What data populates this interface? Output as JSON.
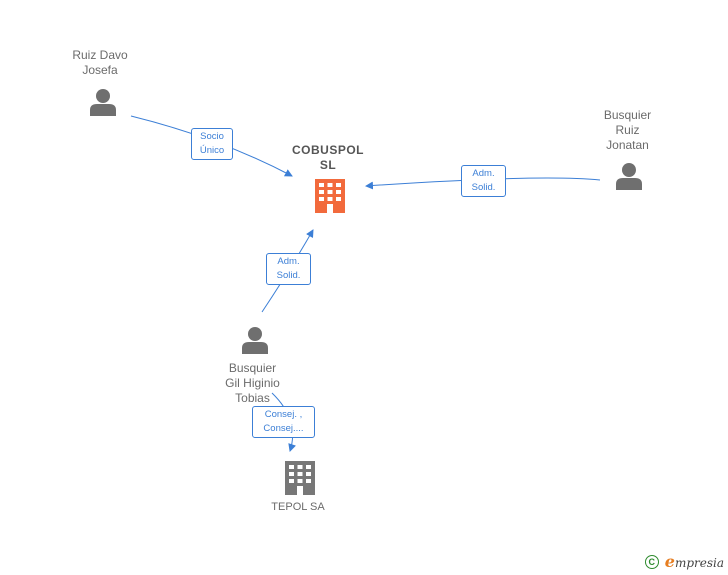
{
  "nodes": {
    "ruiz_davo": {
      "label": "Ruiz Davo\nJosefa",
      "type": "person"
    },
    "busquier_ruiz": {
      "label": "Busquier\nRuiz\nJonatan",
      "type": "person"
    },
    "busquier_gil": {
      "label": "Busquier\nGil Higinio\nTobias",
      "type": "person"
    },
    "cobuspol": {
      "label": "COBUSPOL\nSL",
      "type": "company",
      "color": "#f26a3c"
    },
    "tepol": {
      "label": "TEPOL SA",
      "type": "company",
      "color": "#777777"
    }
  },
  "edges": [
    {
      "from": "ruiz_davo",
      "to": "cobuspol",
      "label": "Socio\nÚnico"
    },
    {
      "from": "busquier_ruiz",
      "to": "cobuspol",
      "label": "Adm.\nSolid."
    },
    {
      "from": "busquier_gil",
      "to": "cobuspol",
      "label": "Adm.\nSolid."
    },
    {
      "from": "busquier_gil",
      "to": "tepol",
      "label": "Consej. ,\nConsej...."
    }
  ],
  "colors": {
    "edge": "#3c7fd6",
    "person": "#6f6f6f"
  },
  "footer": {
    "copyright_symbol": "C",
    "brand_e": "e",
    "brand_rest": "mpresia"
  }
}
